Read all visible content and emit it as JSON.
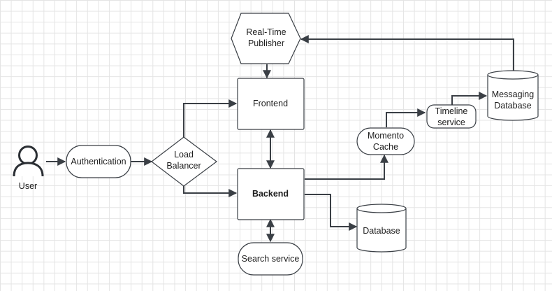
{
  "nodes": {
    "user": "User",
    "authentication": "Authentication",
    "load_balancer": [
      "Load",
      "Balancer"
    ],
    "realtime_publisher": [
      "Real-Time",
      "Publisher"
    ],
    "frontend": "Frontend",
    "backend": "Backend",
    "search_service": "Search service",
    "database": "Database",
    "momento_cache": [
      "Momento",
      "Cache"
    ],
    "timeline_service": [
      "Timeline",
      "service"
    ],
    "messaging_database": [
      "Messaging",
      "Database"
    ]
  },
  "colors": {
    "stroke": "#3a3f45",
    "fill": "#ffffff",
    "grid": "#e4e4e4",
    "text": "#1d1d1d"
  },
  "icons": {
    "user": "person-icon",
    "database": "cylinder-icon"
  }
}
